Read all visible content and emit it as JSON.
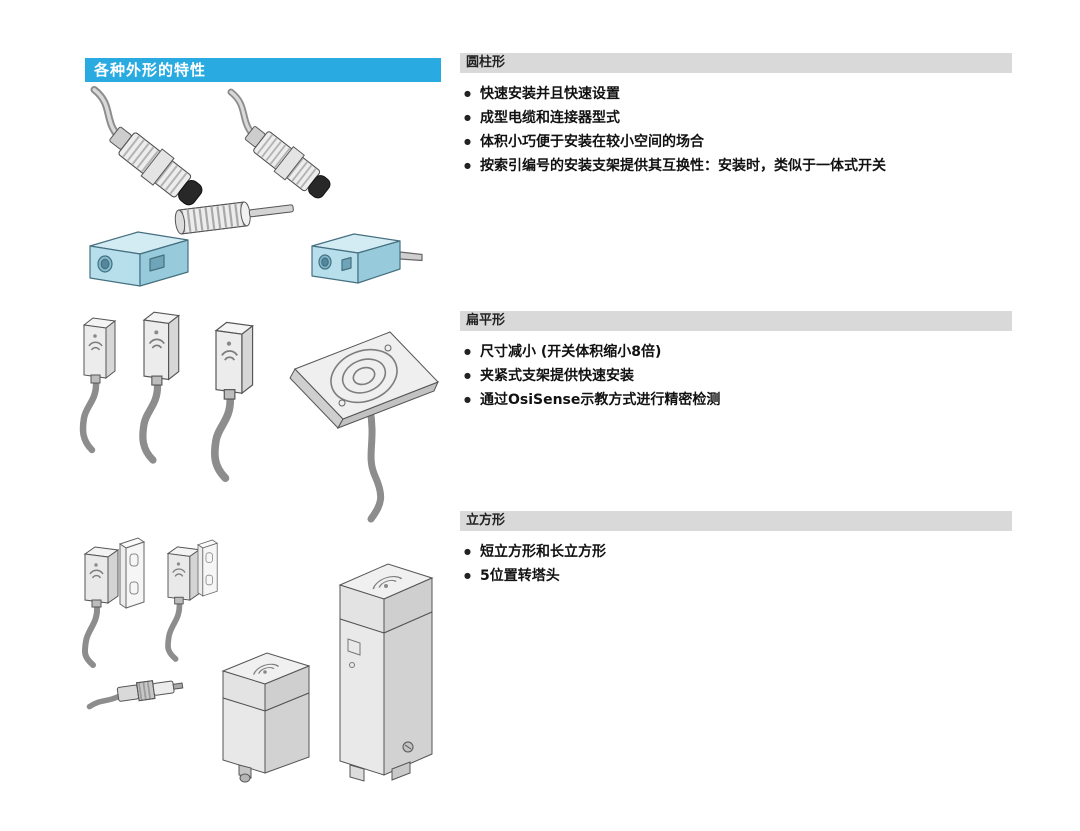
{
  "banner": {
    "label": "各种外形的特性"
  },
  "sections": [
    {
      "title": "圆柱形",
      "bullets": [
        "快速安装并且快速设置",
        "成型电缆和连接器型式",
        "体积小巧便于安装在较小空间的场合",
        "按索引编号的安装支架提供其互换性：安装时，类似于一体式开关"
      ]
    },
    {
      "title": "扁平形",
      "bullets": [
        "尺寸减小 (开关体积缩小8倍)",
        "夹紧式支架提供快速安装",
        "通过OsiSense示教方式进行精密检测"
      ]
    },
    {
      "title": "立方形",
      "bullets": [
        "短立方形和长立方形",
        "5位置转塔头"
      ]
    }
  ],
  "illustrations": [
    "cylindrical-sensors-with-molded-cables",
    "threaded-barrel-sensor",
    "clamp-block-sensor-left",
    "clamp-block-sensor-right",
    "flat-sensors-group",
    "cubic-sensors-group"
  ],
  "colors": {
    "banner_bg": "#29abe2",
    "section_bar_bg": "#d9d9d9",
    "clamp_block_blue": "#b6dfeb",
    "line_color": "#555555"
  }
}
